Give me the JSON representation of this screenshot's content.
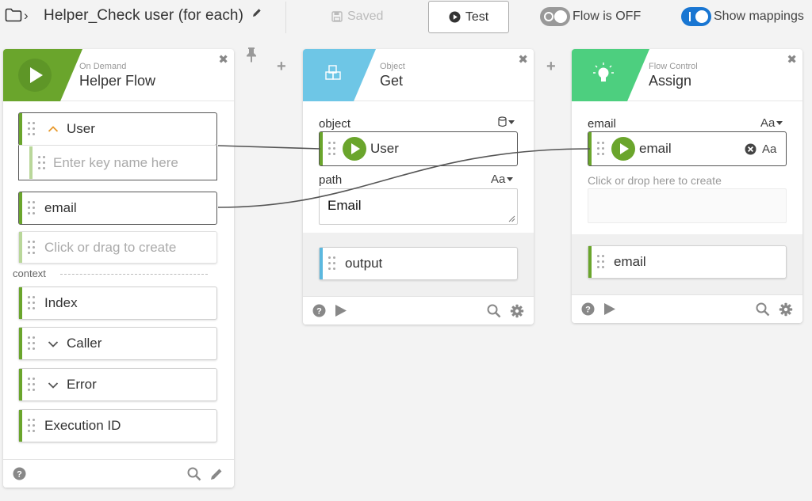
{
  "header": {
    "breadcrumb_icon": "folder-icon",
    "flow_title": "Helper_Check user (for each)",
    "saved_label": "Saved",
    "test_label": "Test",
    "flow_toggle_label": "Flow is OFF",
    "mappings_toggle_label": "Show mappings",
    "flow_enabled": false,
    "show_mappings": true
  },
  "colors": {
    "trigger_green": "#6aa52c",
    "object_blue": "#6ec6e6",
    "control_green": "#4dcf7f",
    "toggle_on": "#1976d2"
  },
  "cards": {
    "trigger": {
      "type": "On Demand",
      "name": "Helper Flow",
      "inputs": {
        "user_label": "User",
        "key_placeholder": "Enter key name here",
        "email_label": "email",
        "create_placeholder": "Click or drag to create"
      },
      "context_label": "context",
      "context": [
        "Index",
        "Caller",
        "Error",
        "Execution ID"
      ]
    },
    "get": {
      "type": "Object",
      "name": "Get",
      "object_label": "object",
      "object_value": "User",
      "path_label": "path",
      "path_type": "Aa",
      "path_value": "Email",
      "output_label": "output"
    },
    "assign": {
      "type": "Flow Control",
      "name": "Assign",
      "email_label": "email",
      "email_type": "Aa",
      "email_value": "email",
      "email_value_type": "Aa",
      "create_hint": "Click or drop here to create",
      "output_label": "email"
    }
  }
}
